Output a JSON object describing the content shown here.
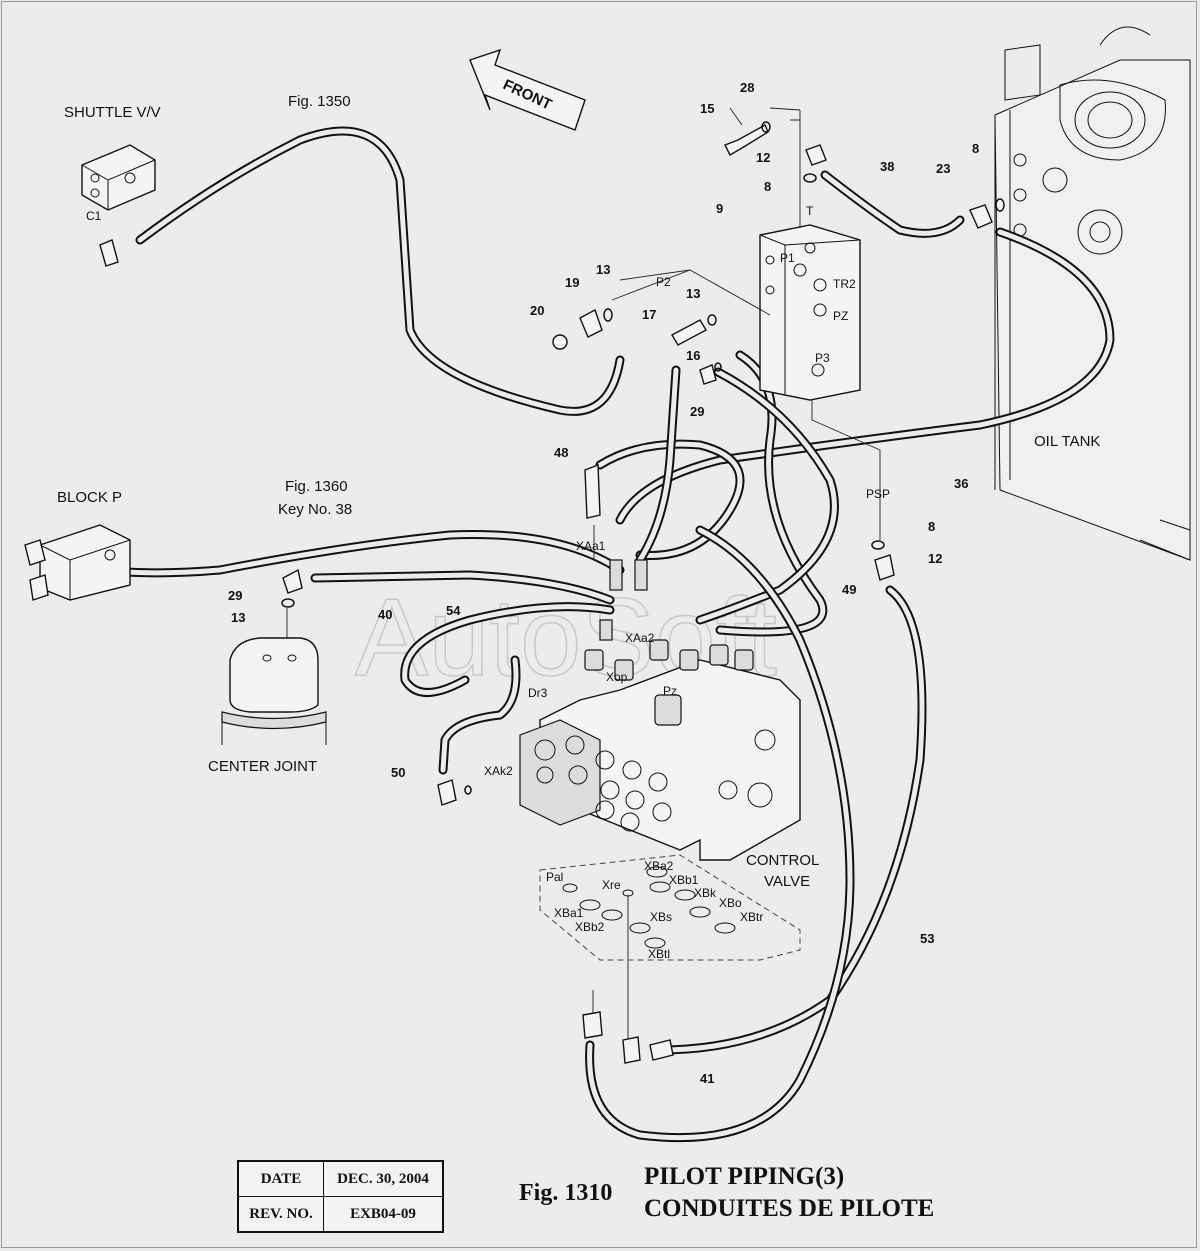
{
  "labels": {
    "shuttle": "SHUTTLE V/V",
    "fig1350": "Fig. 1350",
    "front": "FRONT",
    "block_p": "BLOCK P",
    "fig1360": "Fig. 1360",
    "key38": "Key No. 38",
    "center_joint": "CENTER JOINT",
    "oil_tank": "OIL TANK",
    "control": "CONTROL",
    "valve": "VALVE",
    "watermark": "AutoSoft"
  },
  "ports": {
    "c1": "C1",
    "p1": "P1",
    "tr2": "TR2",
    "pz_blk": "PZ",
    "p3": "P3",
    "t": "T",
    "p2": "P2",
    "psp": "PSP",
    "xaa1": "XAa1",
    "xaa2": "XAa2",
    "xop": "Xop",
    "pz": "Pz",
    "dr3": "Dr3",
    "xak2": "XAk2",
    "pal": "Pal",
    "xba2": "XBa2",
    "xre": "Xre",
    "xbb1": "XBb1",
    "xbk": "XBk",
    "xbo": "XBo",
    "xba1": "XBa1",
    "xbs": "XBs",
    "xbtr": "XBtr",
    "xbb2": "XBb2",
    "xbtl": "XBtl"
  },
  "keys": {
    "k15": "15",
    "k28": "28",
    "k12a": "12",
    "k8a": "8",
    "k9": "9",
    "k38": "38",
    "k23": "23",
    "k8b": "8",
    "k13a": "13",
    "k19": "19",
    "k20": "20",
    "k13b": "13",
    "k17": "17",
    "k16": "16",
    "k29a": "29",
    "k48": "48",
    "k36": "36",
    "k8c": "8",
    "k12b": "12",
    "k29b": "29",
    "k13c": "13",
    "k40": "40",
    "k54": "54",
    "k49": "49",
    "k50": "50",
    "k53": "53",
    "k41": "41"
  },
  "title_block": {
    "date_label": "DATE",
    "date_value": "DEC. 30, 2004",
    "rev_label": "REV. NO.",
    "rev_value": "EXB04-09"
  },
  "figure": {
    "number": "Fig. 1310",
    "title_line1": "PILOT PIPING(3)",
    "title_line2": "CONDUITES DE PILOTE"
  }
}
